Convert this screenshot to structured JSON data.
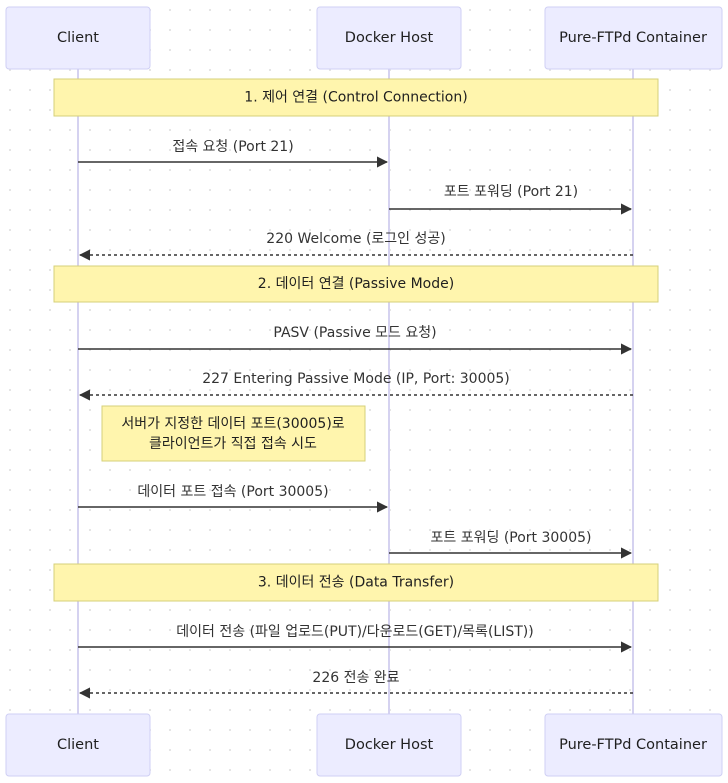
{
  "actors": [
    "Client",
    "Docker Host",
    "Pure-FTPd Container"
  ],
  "sections": [
    "1. 제어 연결 (Control Connection)",
    "2. 데이터 연결 (Passive Mode)",
    "3. 데이터 전송 (Data Transfer)"
  ],
  "messages": [
    {
      "text": "접속 요청 (Port 21)",
      "from": "Client",
      "to": "Docker Host",
      "style": "solid"
    },
    {
      "text": "포트 포워딩 (Port 21)",
      "from": "Docker Host",
      "to": "Pure-FTPd Container",
      "style": "solid"
    },
    {
      "text": "220 Welcome (로그인 성공)",
      "from": "Pure-FTPd Container",
      "to": "Client",
      "style": "dashed"
    },
    {
      "text": "PASV (Passive 모드 요청)",
      "from": "Client",
      "to": "Pure-FTPd Container",
      "style": "solid"
    },
    {
      "text": "227 Entering Passive Mode (IP, Port: 30005)",
      "from": "Pure-FTPd Container",
      "to": "Client",
      "style": "dashed"
    },
    {
      "text": "데이터 포트 접속 (Port 30005)",
      "from": "Client",
      "to": "Docker Host",
      "style": "solid"
    },
    {
      "text": "포트 포워딩 (Port 30005)",
      "from": "Docker Host",
      "to": "Pure-FTPd Container",
      "style": "solid"
    },
    {
      "text": "데이터 전송 (파일 업로드(PUT)/다운로드(GET)/목록(LIST))",
      "from": "Client",
      "to": "Pure-FTPd Container",
      "style": "solid"
    },
    {
      "text": "226 전송 완료",
      "from": "Pure-FTPd Container",
      "to": "Client",
      "style": "dashed"
    }
  ],
  "note": {
    "lines": [
      "서버가 지정한 데이터 포트(30005)로",
      "클라이언트가 직접 접속 시도"
    ]
  },
  "colors": {
    "actor_fill": "#ececff",
    "section_fill": "#fff5ad",
    "line": "#333333"
  }
}
